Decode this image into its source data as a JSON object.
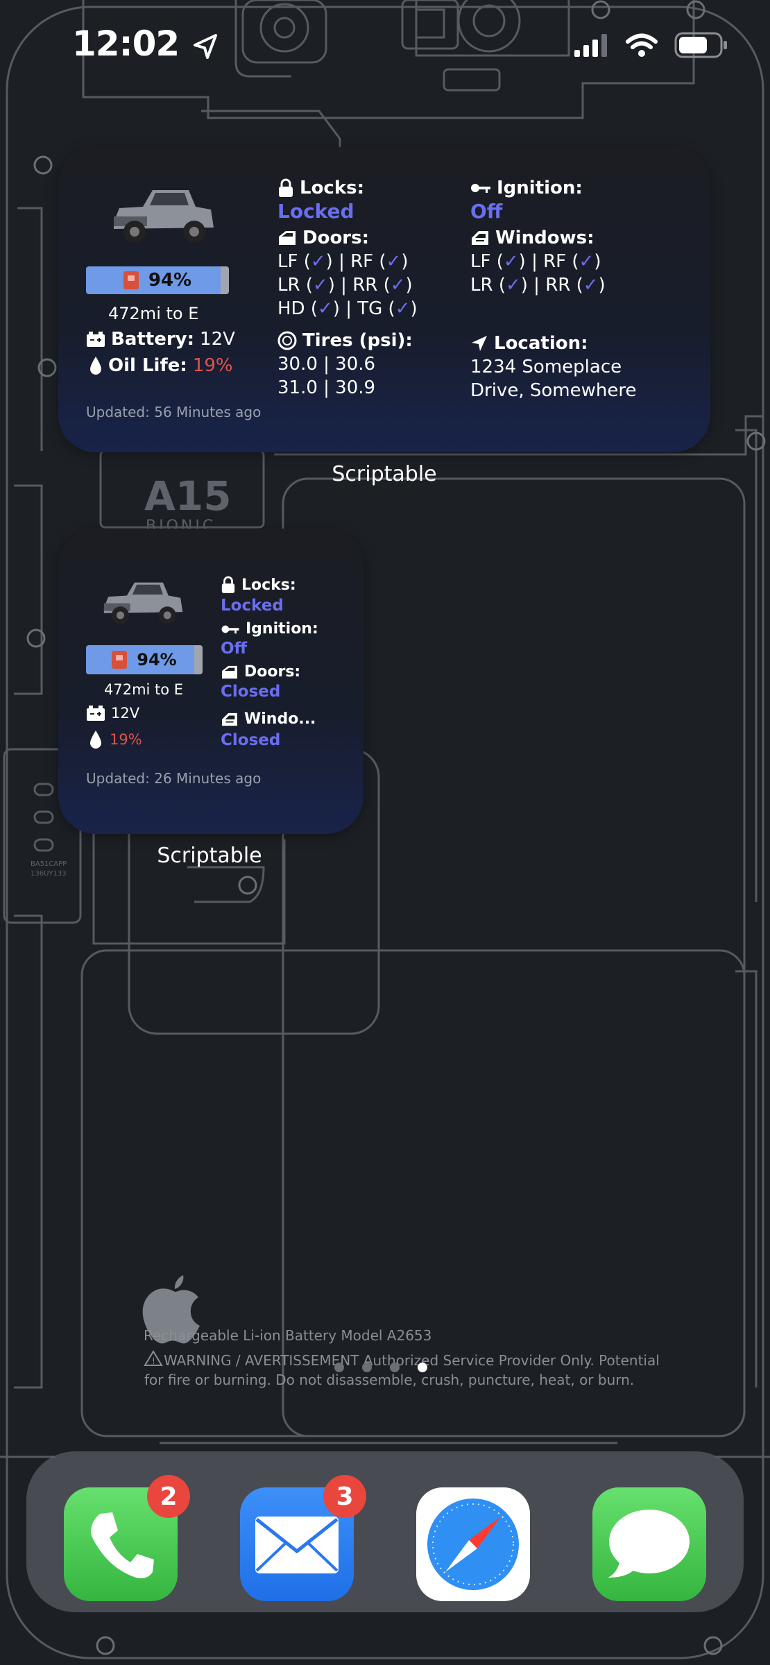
{
  "status_bar": {
    "time": "12:02"
  },
  "wallpaper": {
    "chip_label": "A15",
    "chip_sub": "BIONIC",
    "battery_model": "Rechargeable Li-ion Battery Model A2653",
    "warning": "WARNING / AVERTISSEMENT Authorized Service Provider Only. Potential",
    "warning_line2": "for fire or burning. Do not disassemble, crush, puncture, heat, or burn.",
    "part_code1": "BA51CAPP",
    "part_code2": "136UY133"
  },
  "large_widget": {
    "fuel_percent": "94%",
    "fuel_level": 0.94,
    "range": "472mi to E",
    "battery_label": "Battery:",
    "battery_value": "12V",
    "oil_label": "Oil Life:",
    "oil_value": "19%",
    "updated": "Updated: 56 Minutes ago",
    "locks_label": "Locks:",
    "locks_value": "Locked",
    "doors_label": "Doors:",
    "doors_rows": [
      [
        "LF (",
        ")",
        "| RF (",
        ")"
      ],
      [
        "LR (",
        ")",
        "| RR (",
        ")"
      ],
      [
        "HD (",
        ")",
        "| TG (",
        ")"
      ]
    ],
    "tires_label": "Tires (psi):",
    "tires_row1": "30.0 | 30.6",
    "tires_row2": "31.0 | 30.9",
    "ignition_label": "Ignition:",
    "ignition_value": "Off",
    "windows_label": "Windows:",
    "windows_rows": [
      [
        "LF (",
        ")",
        "| RF (",
        ")"
      ],
      [
        "LR (",
        ")",
        "| RR (",
        ")"
      ]
    ],
    "location_label": "Location:",
    "location_line1": "1234 Someplace",
    "location_line2": "Drive, Somewhere",
    "caption": "Scriptable"
  },
  "small_widget": {
    "fuel_percent": "94%",
    "fuel_level": 0.94,
    "range": "472mi to E",
    "battery_value": "12V",
    "oil_value": "19%",
    "updated": "Updated: 26 Minutes ago",
    "locks_label": "Locks:",
    "locks_value": "Locked",
    "ignition_label": "Ignition:",
    "ignition_value": "Off",
    "doors_label": "Doors:",
    "doors_value": "Closed",
    "windows_label": "Windo...",
    "windows_value": "Closed",
    "caption": "Scriptable"
  },
  "page_dots": {
    "count": 4,
    "active": 4
  },
  "dock": {
    "apps": [
      {
        "name": "Phone",
        "icon": "phone-icon",
        "badge": "2",
        "color": "#4fd35b"
      },
      {
        "name": "Mail",
        "icon": "mail-icon",
        "badge": "3",
        "color": "#2f7df6"
      },
      {
        "name": "Safari",
        "icon": "safari-icon",
        "badge": "",
        "color": "#ffffff"
      },
      {
        "name": "Messages",
        "icon": "messages-icon",
        "badge": "",
        "color": "#4fd35b"
      }
    ]
  },
  "colors": {
    "accent": "#6a6ef0",
    "warning": "#e0544a",
    "fuel_bar": "#6f9ae8"
  }
}
